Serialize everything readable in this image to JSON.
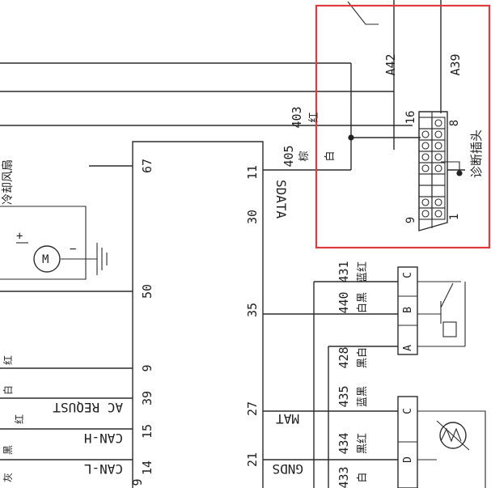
{
  "pins_left": {
    "p67": "67",
    "p50": "50",
    "p9": "9",
    "p39": "39",
    "p15": "15",
    "p14": "14",
    "p9b": "9"
  },
  "pins_mid": {
    "p11": "11",
    "p30": "30",
    "p35": "35",
    "p27": "27",
    "p21": "21"
  },
  "signals": {
    "sdata": "SDATA",
    "ac_request": "AC REQUST",
    "can_h": "CAN-H",
    "can_l": "CAN-L",
    "mat": "MAT",
    "gnds": "GNDS"
  },
  "wires": {
    "w403": "403",
    "w403_color": "红",
    "w405": "405",
    "w405_color": "棕",
    "w405_color2": "白",
    "w431": "431",
    "w431_color": "蓝红",
    "w440": "440",
    "w440_color": "白黑",
    "w428": "428",
    "w428_color": "黑白",
    "w435": "435",
    "w435_color": "蓝黑",
    "w434": "434",
    "w434_color": "黑红",
    "w433": "433",
    "w433_color": "白"
  },
  "diag": {
    "a42": "A42",
    "a39": "A39",
    "pin16": "16",
    "pin8": "8",
    "pin9": "9",
    "pin1": "1",
    "name": "诊断插头"
  },
  "fan_label": "冷却风扇",
  "motor": {
    "m": "M",
    "plus": "+",
    "minus": "−"
  },
  "left_colors": {
    "c1": "红",
    "c2": "白",
    "c3": "红",
    "c4": "黑",
    "c5": "灰"
  },
  "terms": {
    "c1": "C",
    "b": "B",
    "a": "A",
    "c2": "C",
    "d": "D"
  }
}
